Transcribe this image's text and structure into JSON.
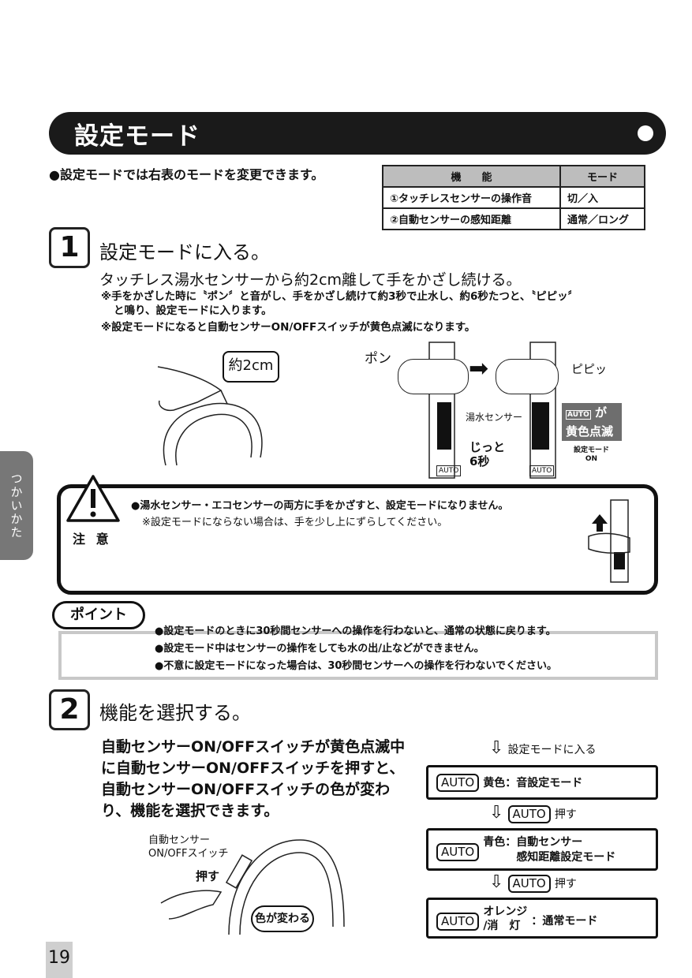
{
  "section": {
    "title": "設定モード"
  },
  "intro": "●設定モードでは右表のモードを変更できます。",
  "mode_table": {
    "headers": [
      "機　　能",
      "モード"
    ],
    "rows": [
      [
        "①タッチレスセンサーの操作音",
        "切／入"
      ],
      [
        "②自動センサーの感知距離",
        "通常／ロング"
      ]
    ]
  },
  "step1": {
    "number": "1",
    "title": "設定モードに入る。",
    "subtitle": "タッチレス湯水センサーから約2cm離して手をかざし続ける。",
    "note1_a": "※手をかざした時に〝ポン〞と音がし、手をかざし続けて約3秒で止水し、約6秒たつと、〝ピピッ〞",
    "note1_b": "と鳴り、設定モードに入ります。",
    "note2": "※設定モードになると自動センサーON/OFFスイッチが黄色点滅になります。",
    "distance_label": "約2cm",
    "pon": "ポン",
    "pipi": "ピピッ",
    "sensor_label": "湯水センサー",
    "wait_label_1": "じっと",
    "wait_label_2": "6秒",
    "blink_label_1": "が",
    "blink_label_2": "黄色点滅",
    "setting_on_1": "設定モード",
    "setting_on_2": "ON",
    "auto": "AUTO"
  },
  "side_tab": "つかいかた",
  "caution": {
    "label": "注 意",
    "line1": "●湯水センサー・エコセンサーの両方に手をかざすと、設定モードになりません。",
    "line2": "※設定モードにならない場合は、手を少し上にずらしてください。"
  },
  "point": {
    "label": "ポイント",
    "lines": [
      "●設定モードのときに30秒間センサーへの操作を行わないと、通常の状態に戻ります。",
      "●設定モード中はセンサーの操作をしても水の出/止などができません。",
      "●不意に設定モードになった場合は、30秒間センサーへの操作を行わないでください。"
    ]
  },
  "step2": {
    "number": "2",
    "title": "機能を選択する。",
    "body": "自動センサーON/OFFスイッチが黄色点滅中に自動センサーON/OFFスイッチを押すと、自動センサーON/OFFスイッチの色が変わり、機能を選択できます。",
    "illus_label_1": "自動センサー",
    "illus_label_2": "ON/OFFスイッチ",
    "push_label": "押す",
    "color_change": "色が変わる"
  },
  "flow": {
    "enter": "設定モードに入る",
    "auto": "AUTO",
    "push": "押す",
    "box1": "黄色：音設定モード",
    "box2_a": "青色：自動センサー",
    "box2_b": "感知距離設定モード",
    "box3_a": "オレンジ",
    "box3_b": "/消　灯",
    "box3_c": "：通常モード"
  },
  "page_number": "19"
}
